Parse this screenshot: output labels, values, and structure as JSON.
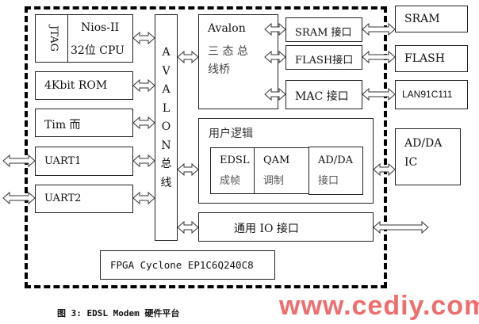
{
  "cpu": {
    "jtag": "JTAG",
    "line1": "Nios-II",
    "line2": "32位 CPU"
  },
  "rom": "4Kbit ROM",
  "timer": "Tim 而",
  "uart1": "UART1",
  "uart2": "UART2",
  "bus": [
    "A",
    "V",
    "A",
    "L",
    "O",
    "N",
    "总",
    "线"
  ],
  "bridge": {
    "line1": "Avalon",
    "line2": "三 态 总",
    "line3": "线桥"
  },
  "sram_if": "SRAM 接口",
  "flash_if": "FLASH接口",
  "mac_if": "MAC 接口",
  "sram": "SRAM",
  "flash": "FLASH",
  "lan": "LAN91C111",
  "user_logic": {
    "title": "用户逻辑",
    "edsl": [
      "EDSL",
      "成帧"
    ],
    "qam": [
      "QAM",
      "调制"
    ],
    "adda": [
      "AD/DA",
      "接口"
    ]
  },
  "adda_ic": [
    "AD/DA",
    "IC"
  ],
  "gpio": "通用 IO 接口",
  "fpga": "FPGA Cyclone EP1C6Q240C8",
  "watermark": "www.cediy.com",
  "caption": "图 3: EDSL Modem 硬件平台"
}
